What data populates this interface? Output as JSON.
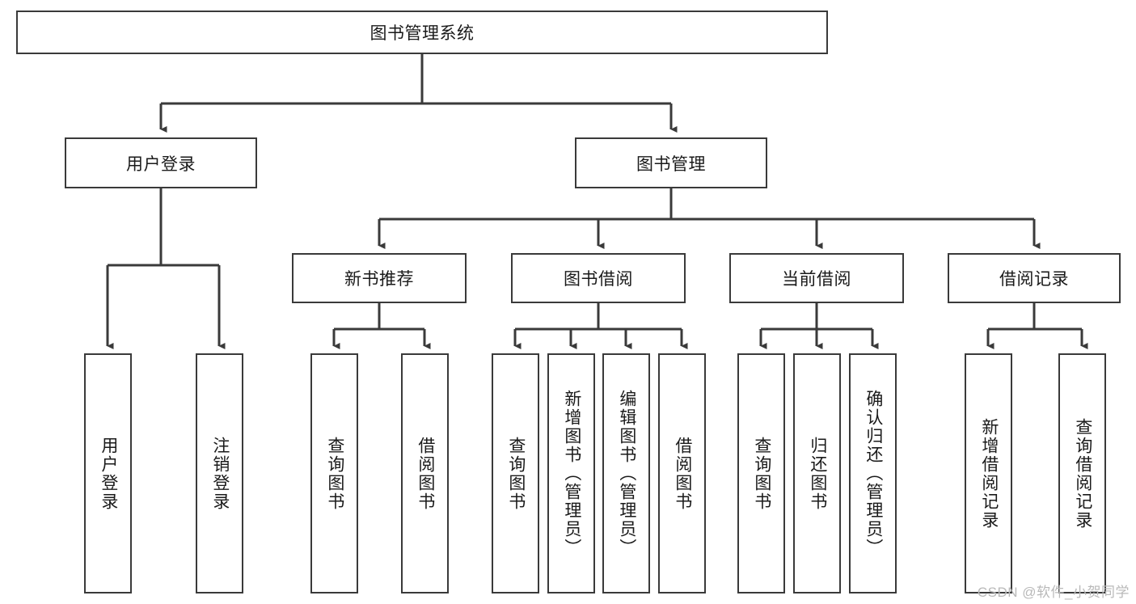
{
  "diagram": {
    "type": "tree-hierarchy",
    "orientation": "top-down",
    "root": {
      "id": "root",
      "label": "图书管理系统"
    },
    "level2": [
      {
        "id": "user-login",
        "label": "用户登录"
      },
      {
        "id": "book-manage",
        "label": "图书管理"
      }
    ],
    "level3": [
      {
        "id": "new-book-recommend",
        "label": "新书推荐"
      },
      {
        "id": "book-borrow",
        "label": "图书借阅"
      },
      {
        "id": "current-borrow",
        "label": "当前借阅"
      },
      {
        "id": "borrow-record",
        "label": "借阅记录"
      }
    ],
    "leaves": {
      "user_login": [
        {
          "id": "leaf-user-login",
          "label": "用户登录"
        },
        {
          "id": "leaf-user-logout",
          "label": "注销登录"
        }
      ],
      "new_book_recommend": [
        {
          "id": "leaf-query-book-1",
          "label": "查询图书"
        },
        {
          "id": "leaf-borrow-book-1",
          "label": "借阅图书"
        }
      ],
      "book_borrow": [
        {
          "id": "leaf-query-book-2",
          "label": "查询图书"
        },
        {
          "id": "leaf-add-book",
          "label": "新增图书（管理员）"
        },
        {
          "id": "leaf-edit-book",
          "label": "编辑图书（管理员）"
        },
        {
          "id": "leaf-borrow-book-2",
          "label": "借阅图书"
        }
      ],
      "current_borrow": [
        {
          "id": "leaf-query-book-3",
          "label": "查询图书"
        },
        {
          "id": "leaf-return-book",
          "label": "归还图书"
        },
        {
          "id": "leaf-confirm-return",
          "label": "确认归还（管理员）"
        }
      ],
      "borrow_record": [
        {
          "id": "leaf-add-record",
          "label": "新增借阅记录"
        },
        {
          "id": "leaf-query-record",
          "label": "查询借阅记录"
        }
      ]
    }
  },
  "watermark": {
    "text": "CSDN @软件_小贺同学"
  },
  "colors": {
    "border": "#3a3a3a",
    "background": "#ffffff",
    "text": "#1a1a1a",
    "watermark": "#b9b9b9"
  }
}
